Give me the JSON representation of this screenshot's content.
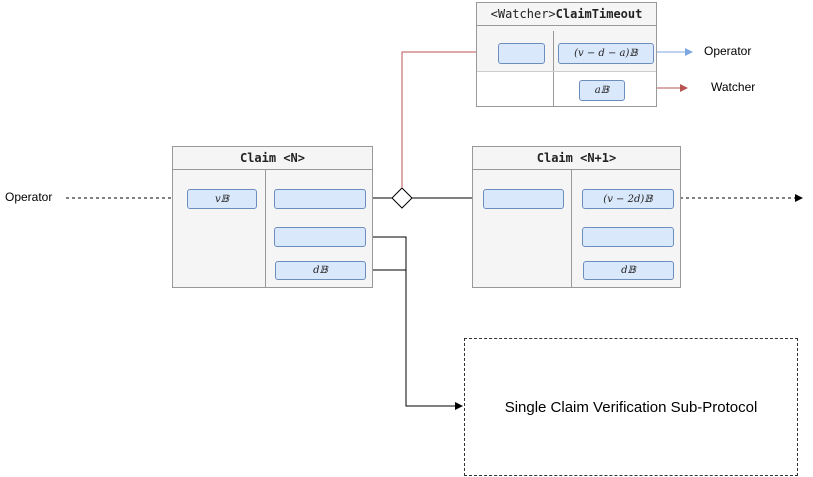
{
  "watcher_timeout": {
    "title_prefix": "<Watcher>",
    "title_bold": "ClaimTimeout",
    "out_operator": "(v − d − a)𝔹",
    "out_watcher": "a𝔹"
  },
  "claim_n": {
    "title": "Claim <N>",
    "input": "v𝔹",
    "outputs": [
      "",
      "",
      "d𝔹"
    ]
  },
  "claim_n1": {
    "title": "Claim <N+1>",
    "input": "",
    "outputs": [
      "(v − 2d)𝔹",
      "",
      "d𝔹"
    ]
  },
  "labels": {
    "operator_left": "Operator",
    "operator_right": "Operator",
    "watcher_right": "Watcher"
  },
  "subprotocol": {
    "label": "Single Claim Verification Sub-Protocol"
  },
  "colors": {
    "red_edge": "#b85450",
    "blue_edge": "#7ea6e0",
    "pill_fill": "#dae8fc",
    "pill_stroke": "#6c8ebf"
  }
}
